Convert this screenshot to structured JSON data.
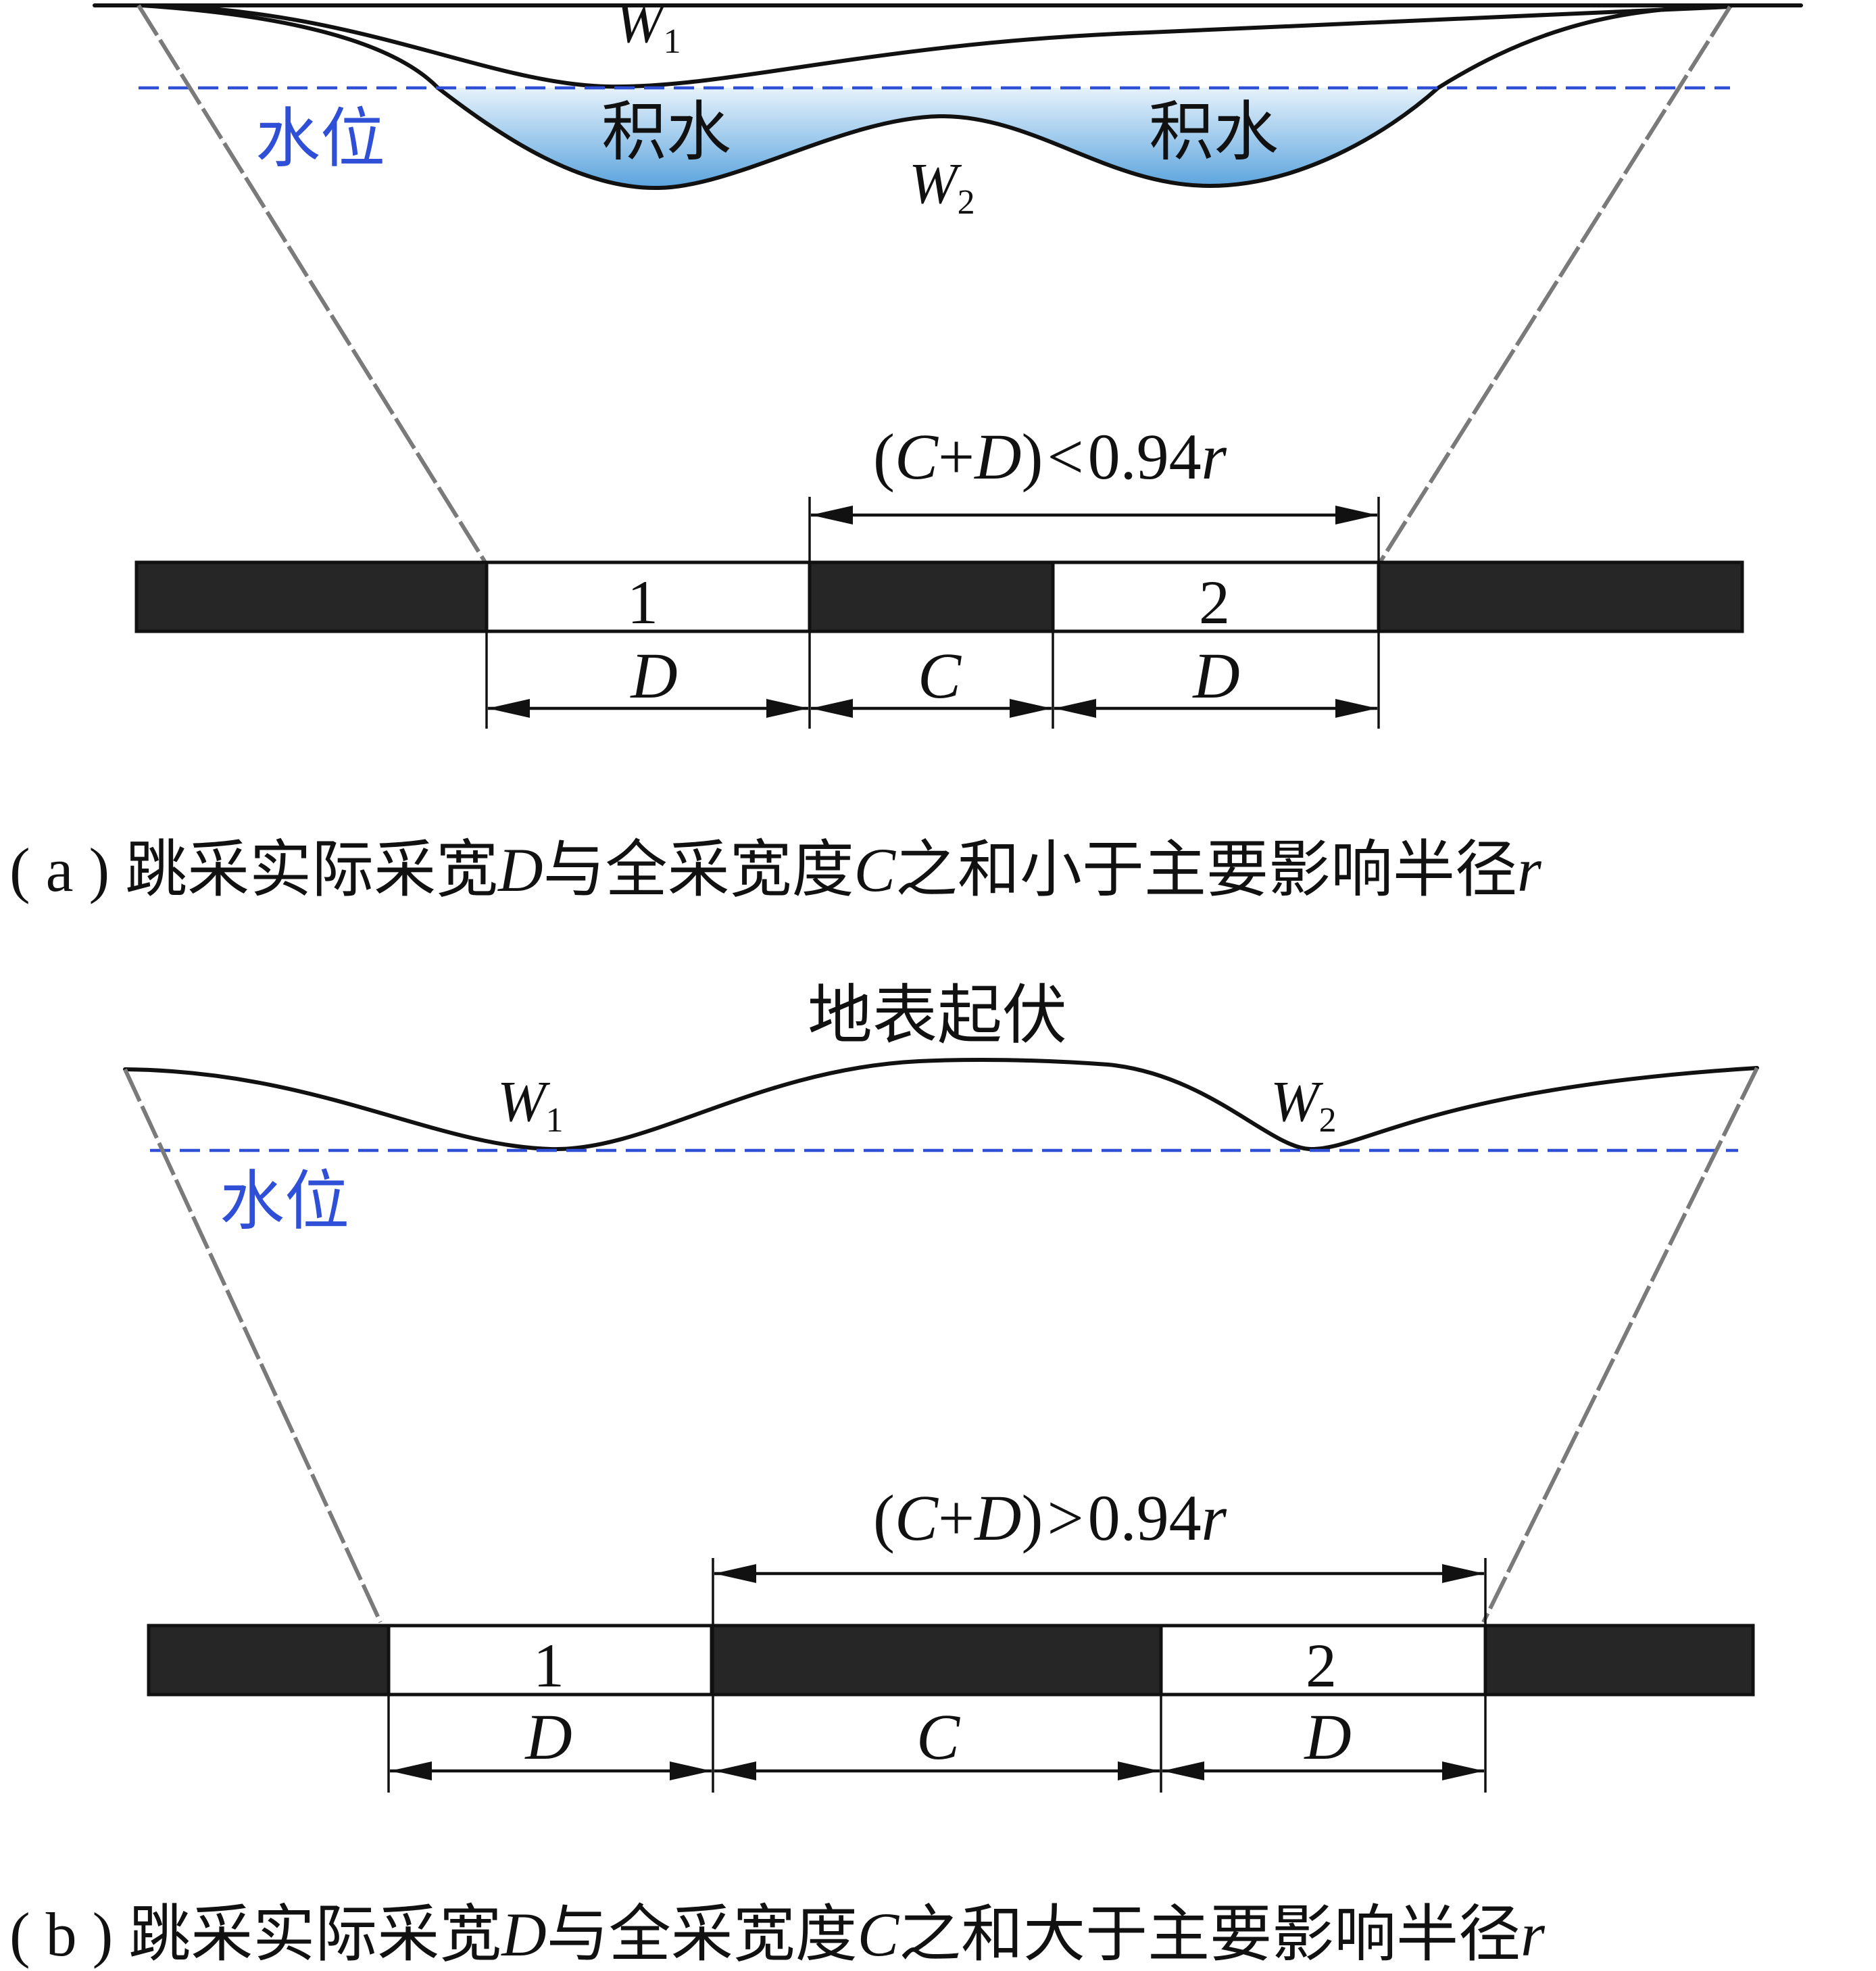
{
  "panel_a": {
    "labels": {
      "w1_main": "W",
      "w1_sub": "1",
      "w2_main": "W",
      "w2_sub": "2",
      "water_level": "水位",
      "ponding_left": "积水",
      "ponding_right": "积水",
      "condition_open": "(",
      "condition_c": "C",
      "condition_plus": "+",
      "condition_d": "D",
      "condition_close": ")",
      "condition_op": "<",
      "condition_value": "0.94",
      "condition_r": "r",
      "panel1_number": "1",
      "panel2_number": "2",
      "dim_d1": "D",
      "dim_c": "C",
      "dim_d2": "D"
    },
    "caption": {
      "prefix": "( a ) 跳采实际采宽",
      "d": "D",
      "mid1": "与全采宽度",
      "c": "C",
      "mid2": "之和小于主要影响半径",
      "r": "r"
    }
  },
  "panel_b": {
    "labels": {
      "surface_relief": "地表起伏",
      "w1_main": "W",
      "w1_sub": "1",
      "w2_main": "W",
      "w2_sub": "2",
      "water_level": "水位",
      "condition_open": "(",
      "condition_c": "C",
      "condition_plus": "+",
      "condition_d": "D",
      "condition_close": ")",
      "condition_op": ">",
      "condition_value": "0.94",
      "condition_r": "r",
      "panel1_number": "1",
      "panel2_number": "2",
      "dim_d1": "D",
      "dim_c": "C",
      "dim_d2": "D"
    },
    "caption": {
      "prefix": "( b ) 跳采实际采宽",
      "d": "D",
      "mid1": "与全采宽度",
      "c": "C",
      "mid2": "之和大于主要影响半径",
      "r": "r"
    }
  },
  "colors": {
    "water_level": "#2f4fd6",
    "ponding_fill_top": "#e6f2fb",
    "ponding_fill_bottom": "#5aa3dd",
    "unmined_seam": "#262626",
    "mined_panel": "#ffffff",
    "angle_line": "#7a7a7a"
  }
}
